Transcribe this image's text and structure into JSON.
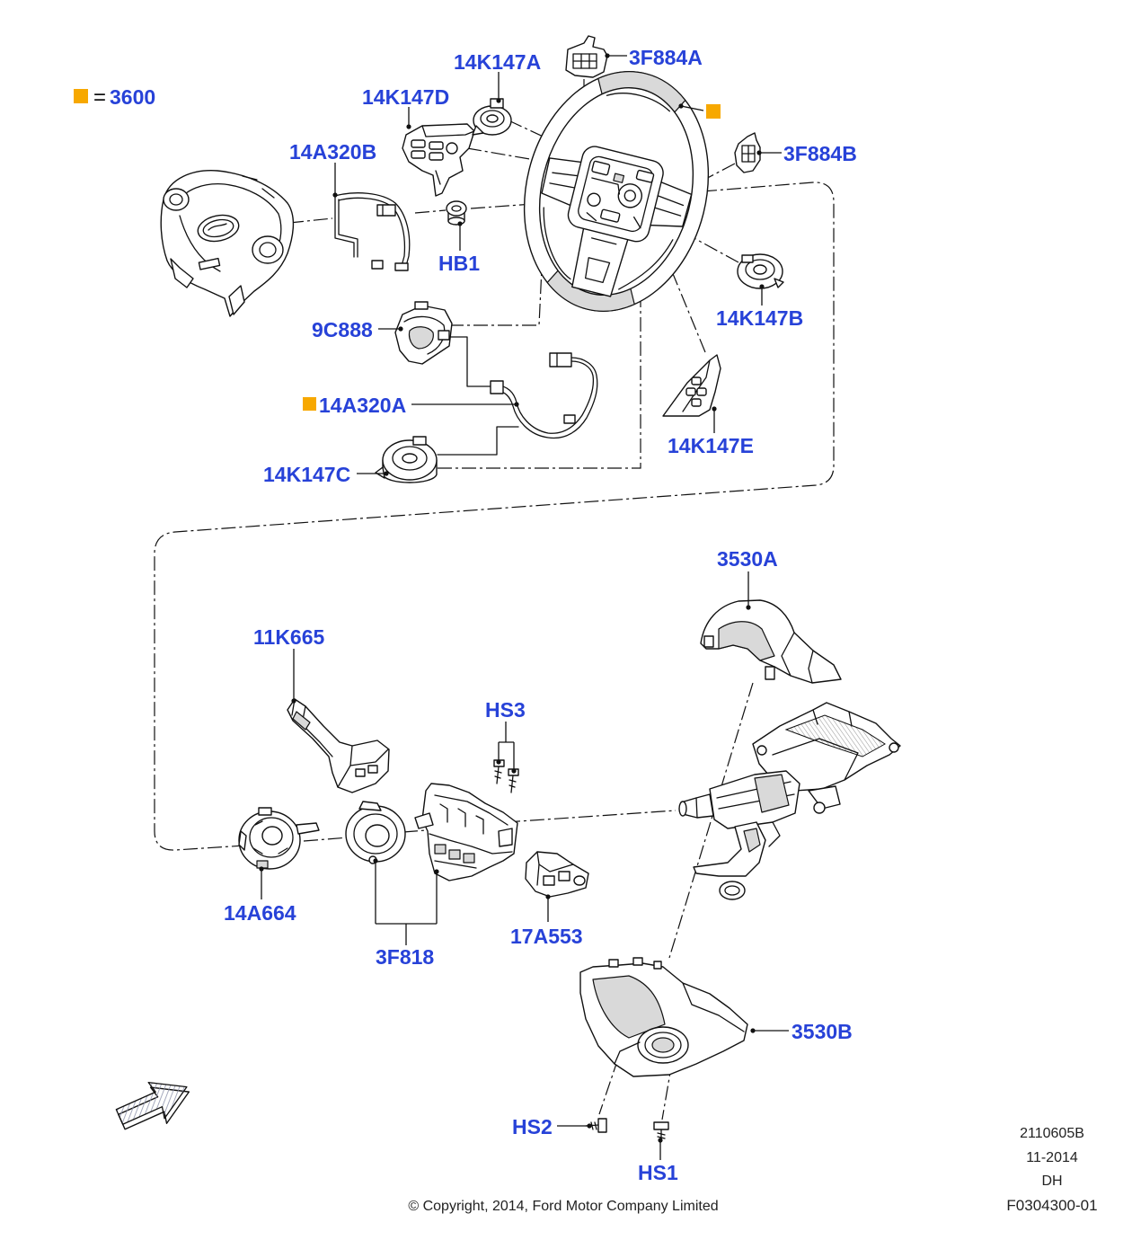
{
  "legend": {
    "equals": "=",
    "part": "3600"
  },
  "callouts": {
    "c14K147A": "14K147A",
    "c3F884A": "3F884A",
    "c14K147D": "14K147D",
    "c14A320B": "14A320B",
    "c3F884B": "3F884B",
    "cHB1": "HB1",
    "c14K147B": "14K147B",
    "c9C888": "9C888",
    "c14A320A": "14A320A",
    "c14K147E": "14K147E",
    "c14K147C": "14K147C",
    "c3530A": "3530A",
    "c11K665": "11K665",
    "cHS3": "HS3",
    "c14A664": "14A664",
    "c3F818": "3F818",
    "c17A553": "17A553",
    "c3530B": "3530B",
    "cHS2": "HS2",
    "cHS1": "HS1"
  },
  "footer": {
    "illustration_code": "2110605B",
    "date": "11-2014",
    "initials": "DH",
    "figure_ref": "F0304300-01",
    "copyright": "© Copyright, 2014, Ford Motor Company Limited"
  },
  "colors": {
    "callout": "#2742D8",
    "marker": "#F7A800",
    "line": "#111111"
  },
  "icons": {
    "direction_arrow": "front-direction-arrow-icon"
  }
}
